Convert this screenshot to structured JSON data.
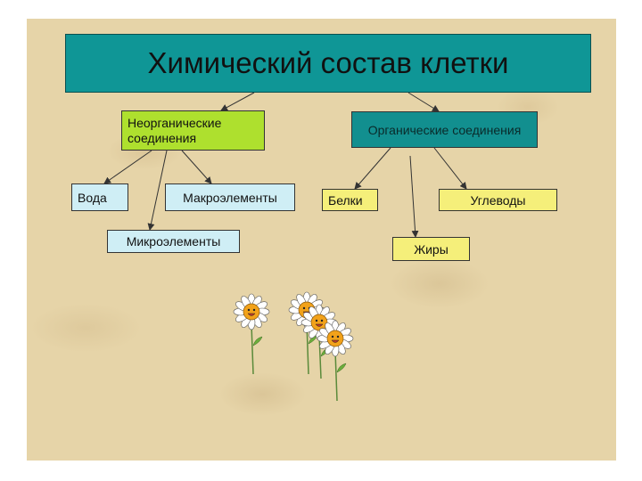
{
  "title": "Химический состав клетки",
  "nodes": {
    "inorganic": "Неорганические соединения",
    "organic": "Органические соединения",
    "water": "Вода",
    "macro": "Макроэлементы",
    "micro": "Микроэлементы",
    "proteins": "Белки",
    "carbs": "Углеводы",
    "fats": "Жиры"
  },
  "colors": {
    "title_bg": "#0f9696",
    "inorganic_bg": "#aee02e",
    "organic_bg": "#128f8f",
    "inorganic_children_bg": "#cfeef5",
    "organic_children_bg": "#f5ef7a",
    "background": "#e6d4a8"
  },
  "decoration": [
    "daisy-icon",
    "daisy-icon",
    "daisy-icon",
    "daisy-icon"
  ]
}
